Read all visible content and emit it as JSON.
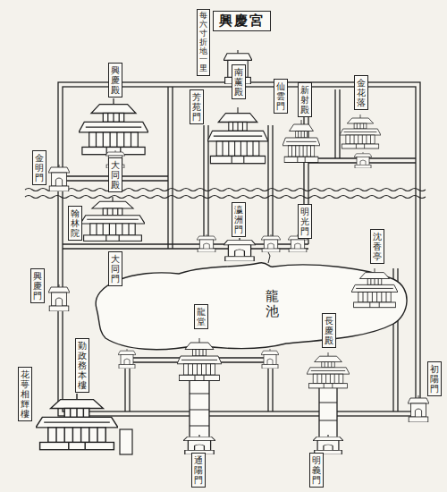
{
  "diagram": {
    "title": "興慶宮",
    "nodes": [
      {
        "text": [
          "每六寸折地一里"
        ]
      },
      {
        "text": [
          "興慶殿"
        ]
      },
      {
        "text": [
          "芳苑門"
        ]
      },
      {
        "text": [
          "南薰殿"
        ]
      },
      {
        "text": [
          "仙雲門"
        ]
      },
      {
        "text": [
          "新射殿"
        ]
      },
      {
        "text": [
          "金花落"
        ]
      },
      {
        "text": [
          "金明門"
        ]
      },
      {
        "text": [
          "大同殿"
        ]
      },
      {
        "text": [
          "翰林院"
        ]
      },
      {
        "text": [
          "瀛洲門"
        ]
      },
      {
        "text": [
          "明光門"
        ]
      },
      {
        "text": [
          "大同門"
        ]
      },
      {
        "text": [
          "沈香亭"
        ]
      },
      {
        "text": [
          "興慶門"
        ]
      },
      {
        "text": [
          "龍堂"
        ]
      },
      {
        "text": [
          "長慶殿"
        ]
      },
      {
        "text": [
          "勤政務本樓"
        ]
      },
      {
        "text": [
          "花萼相輝樓"
        ]
      },
      {
        "text": [
          "初陽門"
        ]
      },
      {
        "text": [
          "通陽門"
        ]
      },
      {
        "text": [
          "明義門"
        ]
      }
    ],
    "labels": [
      "龍池"
    ]
  }
}
